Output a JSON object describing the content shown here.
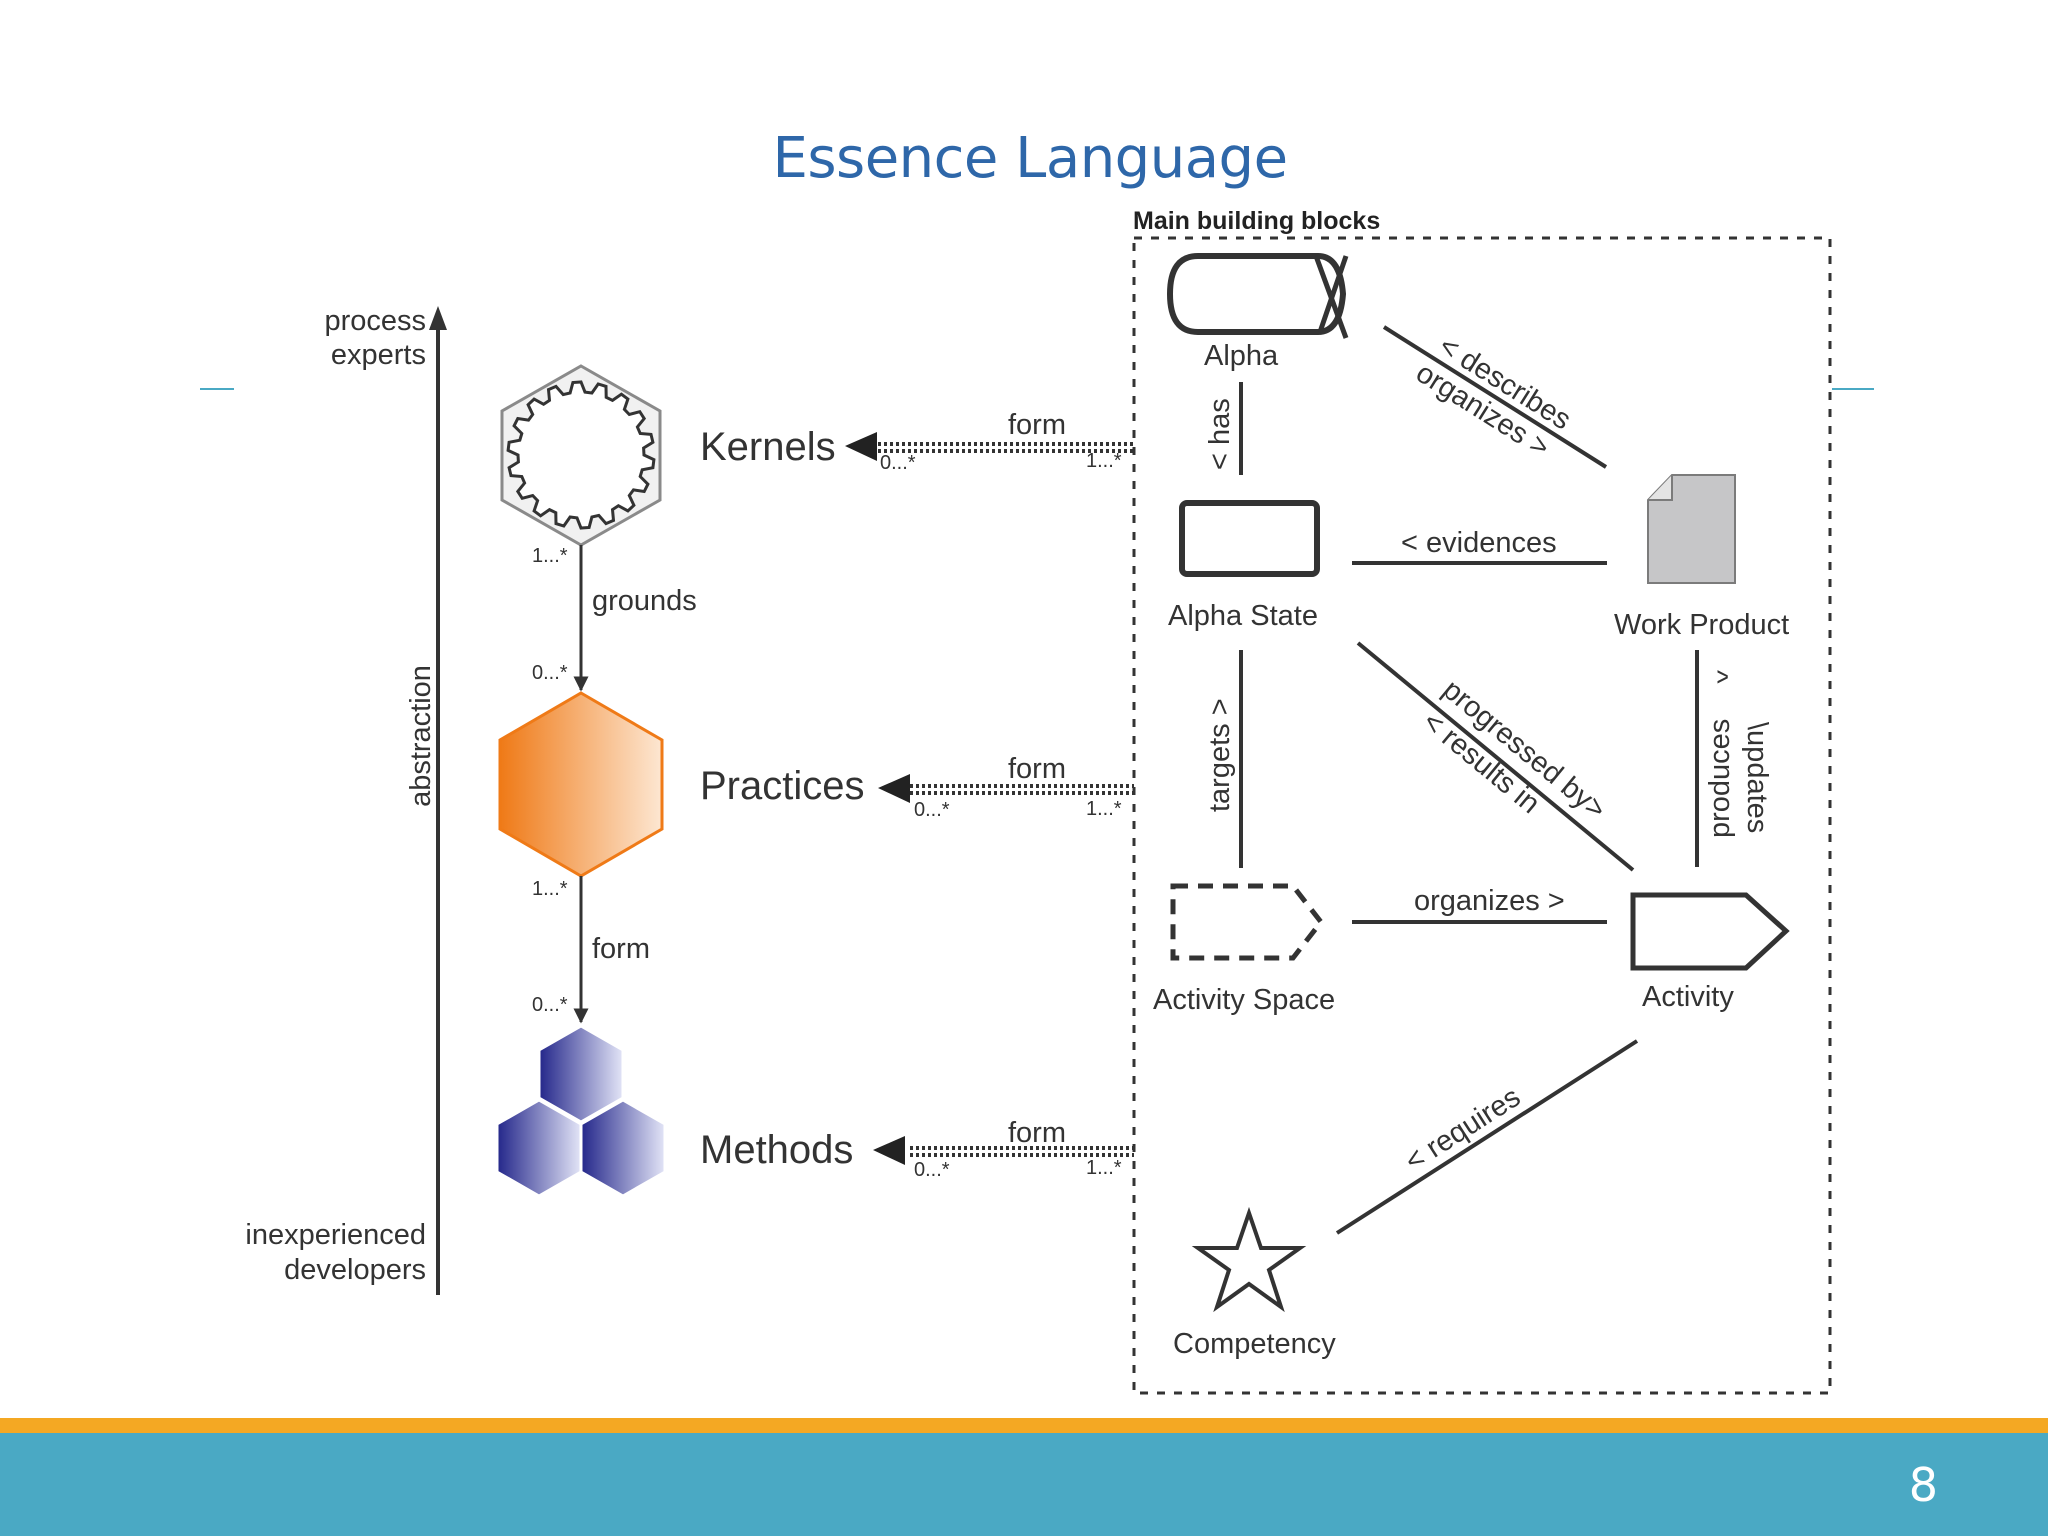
{
  "slide": {
    "title": "Essence Language",
    "page_number": "8"
  },
  "diagram": {
    "axis": {
      "top_label_line1": "process",
      "top_label_line2": "experts",
      "bottom_label_line1": "inexperienced",
      "bottom_label_line2": "developers",
      "label": "abstraction"
    },
    "left": {
      "kernels": "Kernels",
      "practices": "Practices",
      "methods": "Methods",
      "grounds": "grounds",
      "form": "form",
      "mult_kernels_bottom": "1...*",
      "mult_practices_top": "0...*",
      "mult_practices_bottom": "1...*",
      "mult_methods_top": "0...*"
    },
    "links": [
      {
        "label": "form",
        "left_mult": "0...*",
        "right_mult": "1...*"
      },
      {
        "label": "form",
        "left_mult": "0...*",
        "right_mult": "1...*"
      },
      {
        "label": "form",
        "left_mult": "0...*",
        "right_mult": "1...*"
      }
    ],
    "building_blocks": {
      "title": "Main building blocks",
      "alpha": "Alpha",
      "alpha_state": "Alpha State",
      "work_product": "Work Product",
      "activity_space": "Activity Space",
      "activity": "Activity",
      "competency": "Competency",
      "rel_describes": "< describes",
      "rel_organizes_wp": "organizes >",
      "rel_has": "< has",
      "rel_evidences": "< evidences",
      "rel_targets": "targets >",
      "rel_progressed_by": "progressed by>",
      "rel_results_in": "< results in",
      "rel_produces": "produces",
      "rel_updates": "\\updates",
      "rel_caret": "^",
      "rel_organizes": "organizes >",
      "rel_requires": "< requires"
    }
  },
  "colors": {
    "title": "#2e67a9",
    "practices_hex": "#ef7a17",
    "methods_hex": "#2b2f96",
    "footer_bar": "#4aa9c4",
    "accent_stripe": "#f4a823"
  }
}
